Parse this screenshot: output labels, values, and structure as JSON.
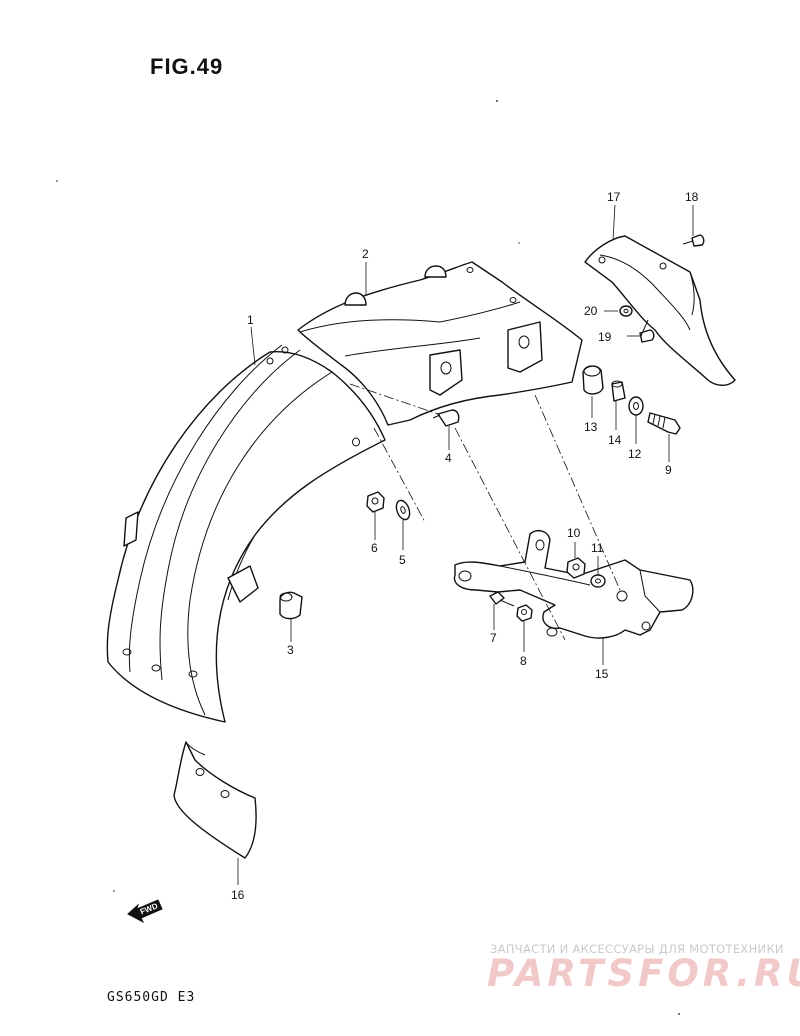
{
  "figure": {
    "title": "FIG.49",
    "model_code": "GS650GD  E3",
    "forward_label": "FWD"
  },
  "watermark": {
    "line1": "ЗАПЧАСТИ И АКСЕССУАРЫ ДЛЯ МОТОТЕХНИКИ",
    "brand": "PARTSFOR.RU"
  },
  "callouts": [
    {
      "id": "1",
      "label": "1"
    },
    {
      "id": "2",
      "label": "2"
    },
    {
      "id": "3",
      "label": "3"
    },
    {
      "id": "4",
      "label": "4"
    },
    {
      "id": "5",
      "label": "5"
    },
    {
      "id": "6",
      "label": "6"
    },
    {
      "id": "7",
      "label": "7"
    },
    {
      "id": "8",
      "label": "8"
    },
    {
      "id": "9",
      "label": "9"
    },
    {
      "id": "10",
      "label": "10"
    },
    {
      "id": "11",
      "label": "11"
    },
    {
      "id": "12",
      "label": "12"
    },
    {
      "id": "13",
      "label": "13"
    },
    {
      "id": "14",
      "label": "14"
    },
    {
      "id": "15",
      "label": "15"
    },
    {
      "id": "16",
      "label": "16"
    },
    {
      "id": "17",
      "label": "17"
    },
    {
      "id": "18",
      "label": "18"
    },
    {
      "id": "19",
      "label": "19"
    },
    {
      "id": "20",
      "label": "20"
    }
  ]
}
